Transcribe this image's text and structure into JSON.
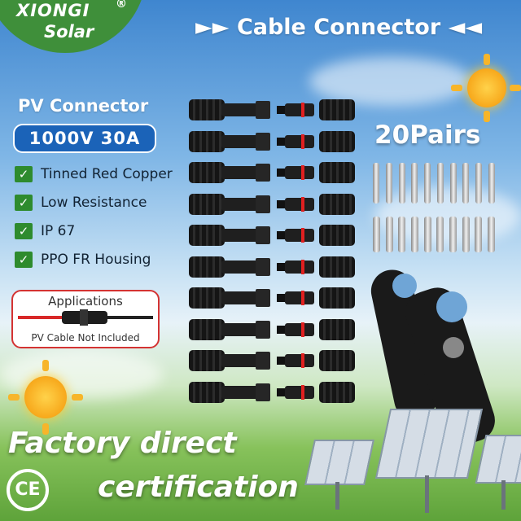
{
  "brand": {
    "name": "XIONGI",
    "registered_mark": "®",
    "sub": "Solar"
  },
  "headline": {
    "arrows_left": "►►",
    "title": "Cable Connector",
    "arrows_right": "◄◄"
  },
  "product": {
    "name": "PV Connector",
    "rating": "1000V 30A"
  },
  "features": [
    "Tinned Red Copper",
    "Low Resistance",
    "IP 67",
    "PPO FR Housing"
  ],
  "applications": {
    "title": "Applications",
    "note": "PV Cable Not Included"
  },
  "quantity": {
    "pairs": "20Pairs",
    "connector_rows": 10,
    "pins_per_row": 10
  },
  "slogan": {
    "line1": "Factory direct",
    "ce_mark": "CE",
    "line2": "certification"
  },
  "icons": {
    "check": "check-icon",
    "sun": "sun-icon",
    "arrows": "arrow-icon"
  },
  "colors": {
    "brand_green": "#3f8f3a",
    "badge_blue": "#1b63b8",
    "accent_red": "#d43333",
    "check_green": "#2e8b2e"
  }
}
